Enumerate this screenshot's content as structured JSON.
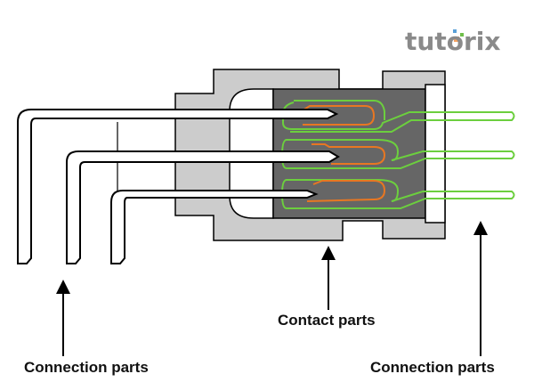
{
  "logo": {
    "text": "tutorix",
    "dot_colors": [
      "#f4a261",
      "#6fbf4a",
      "#5aa0d8"
    ],
    "text_color": "#8a8a8a"
  },
  "labels": {
    "left_connection": "Connection parts",
    "contact": "Contact parts",
    "right_connection": "Connection parts"
  },
  "colors": {
    "housing": "#cccccc",
    "inner_block": "#666666",
    "contact_spring": "#e87722",
    "lead_frame": "#6ccf3e",
    "pin": "#ffffff",
    "outline": "#000000"
  },
  "pins": {
    "count": 3
  }
}
